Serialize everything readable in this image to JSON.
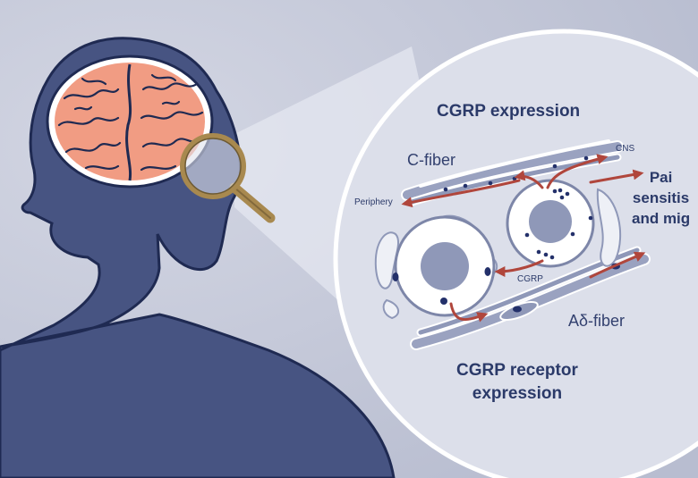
{
  "labels": {
    "title_top": "CGRP expression",
    "title_bottom": "CGRP receptor\nexpression",
    "c_fiber": "C-fiber",
    "a_delta_fiber": "Aδ-fiber",
    "cns": "CNS",
    "periphery": "Periphery",
    "cgrp": "CGRP",
    "pain_text": "Pai\nsensitis\nand mig"
  },
  "colors": {
    "background": "#c3c7d8",
    "silhouette": "#475482",
    "brain": "#f19c83",
    "arrow": "#b0463c",
    "fiber": "#9aa2c0",
    "zoom_circle": "#dcdfea",
    "magnifier_frame": "#a8894f"
  },
  "icons": {
    "magnifier": "magnifying-glass-icon",
    "brain": "brain-icon",
    "head": "head-silhouette"
  }
}
